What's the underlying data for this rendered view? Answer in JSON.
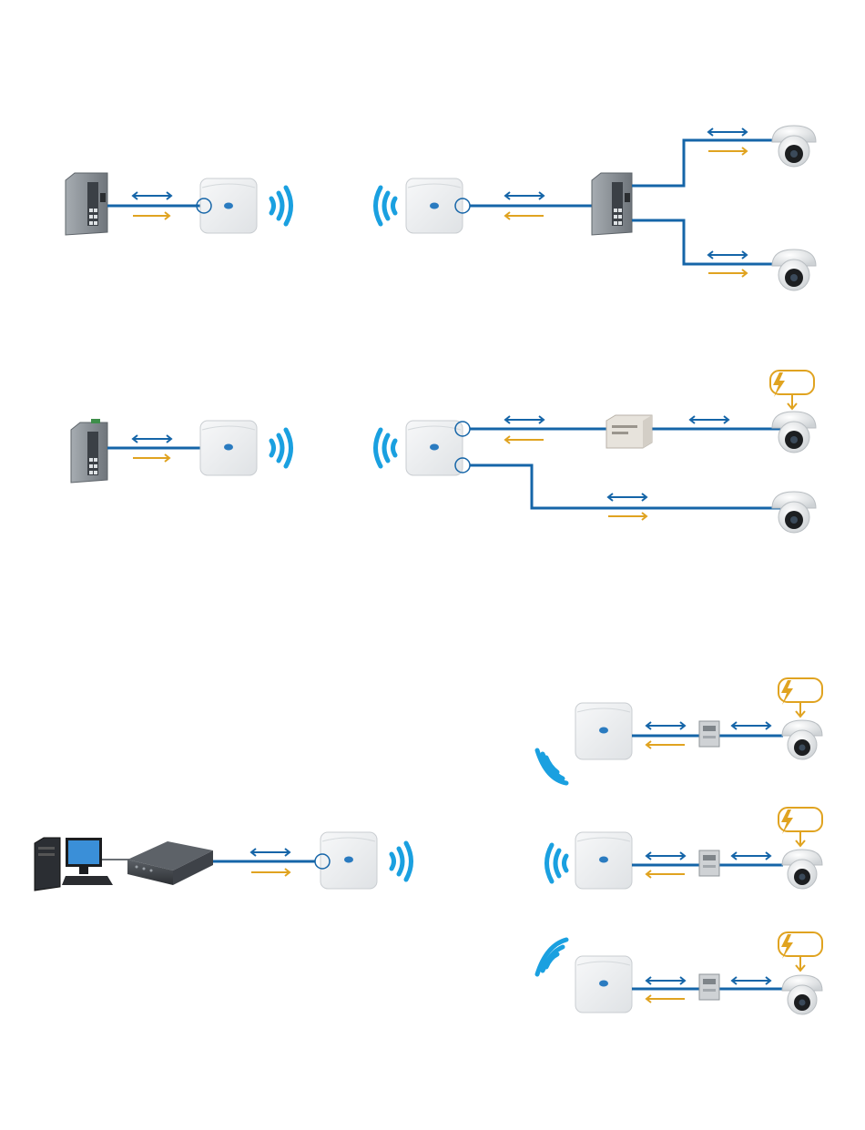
{
  "colors": {
    "cable": "#1565a8",
    "data_arrow": "#1565a8",
    "power_arrow": "#e0a320",
    "wifi_waves": "#1aa0e0",
    "device_body": "#eceeef",
    "device_edge": "#c9cdd1",
    "switch_body": "#8e959b",
    "power_badge": "#e0a320"
  },
  "icons": {
    "access_point": "access-point-icon",
    "wifi": "wifi-waves-icon",
    "switch": "industrial-switch-icon",
    "camera": "dome-camera-icon",
    "poe_injector": "poe-injector-icon",
    "poe_splitter": "poe-splitter-icon",
    "power": "lightning-icon",
    "nvr": "nvr-recorder-icon",
    "workstation": "workstation-icon"
  },
  "scenarios": [
    {
      "id": "switch-to-two-cameras",
      "description": ""
    },
    {
      "id": "injector-and-direct-camera",
      "description": ""
    },
    {
      "id": "nvr-to-three-remote-cameras",
      "description": ""
    }
  ]
}
